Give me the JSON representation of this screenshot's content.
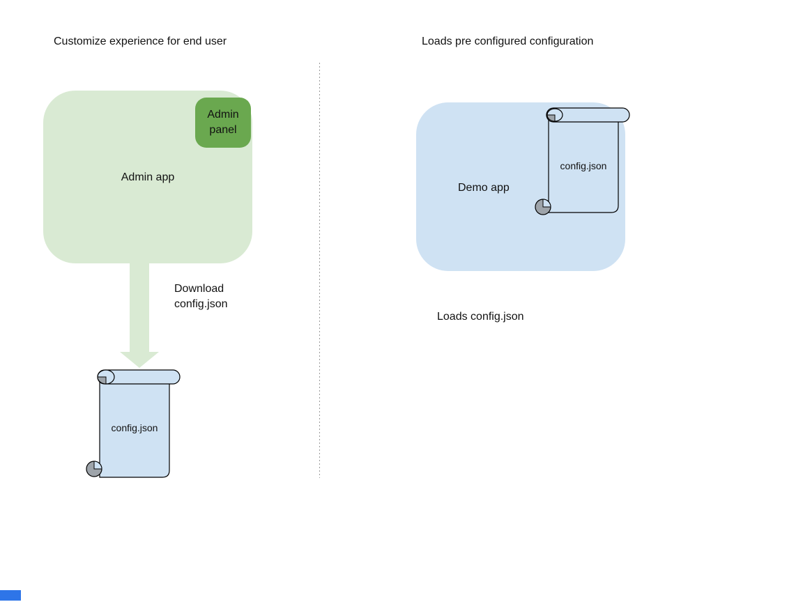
{
  "left": {
    "title": "Customize experience for end user",
    "admin_app": {
      "label": "Admin app"
    },
    "admin_panel": {
      "label": "Admin panel"
    },
    "download_caption": "Download config.json",
    "config_file": {
      "label": "config.json"
    }
  },
  "right": {
    "title": "Loads pre configured configuration",
    "demo_app": {
      "label": "Demo app"
    },
    "config_file": {
      "label": "config.json"
    },
    "loads_caption": "Loads config.json"
  },
  "colors": {
    "admin_app_fill": "#d9ead3",
    "admin_panel_fill": "#6aa84f",
    "arrow_fill": "#d9ead3",
    "demo_app_fill": "#cfe2f3",
    "scroll_fill": "#cfe2f3",
    "scroll_stroke": "#000000",
    "curl_gray": "#9ea4aa",
    "divider_gray": "#999999",
    "text": "#111111",
    "corner_mark_blue": "#2e75e8"
  }
}
